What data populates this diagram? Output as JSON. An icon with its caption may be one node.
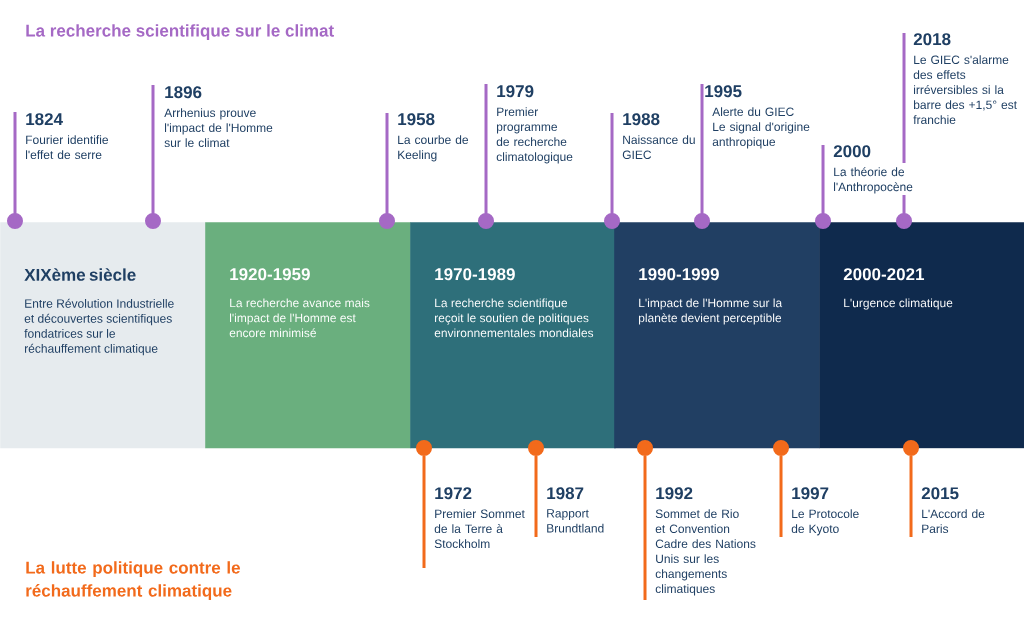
{
  "diagram": {
    "title": "La recherche scientifique sur le climat",
    "nodes": [
      {
        "text": [
          "XIXème siècle",
          "Entre Révolution Industrielle et découvertes scientifiques fondatrices sur le réchauffement climatique"
        ]
      },
      {
        "text": [
          "1920-1959",
          "La recherche avance mais l'impact de l'Homme est encore minimisé"
        ]
      },
      {
        "text": [
          "1970-1989",
          "La recherche scientifique reçoit le soutien de politiques environnementales mondiales"
        ]
      },
      {
        "text": [
          "1990-1999",
          "L'impact de l'Homme sur la planète devient perceptible"
        ]
      },
      {
        "text": [
          "2000-2021",
          "L'urgence climatique"
        ]
      }
    ],
    "labels": [
      "1824",
      "Fourier identifie l'effet de serre",
      "1896",
      "Arrhenius prouve l'impact de l'Homme sur le climat",
      "1958",
      "La courbe de Keeling",
      "1979",
      "Premier programme de recherche climatologique",
      "1988",
      "Naissance du GIEC",
      "1995",
      "Alerte du GIEC Le signal d'origine anthropique",
      "2000",
      "La théorie de l'Anthropocène",
      "2018",
      "Le GIEC s'alarme des effets irréversibles si la barre des +1,5° est franchie",
      "1972",
      "Premier Sommet de la Terre à Stockholm",
      "1987",
      "Rapport Brundtland",
      "1992",
      "Sommet de Rio et Convention Cadre des Nations Unis sur les changements climatiques",
      "1997",
      "Le Protocole de Kyoto",
      "2015",
      "L'Accord de Paris",
      "La lutte politique contre le réchauffement climatique"
    ]
  }
}
